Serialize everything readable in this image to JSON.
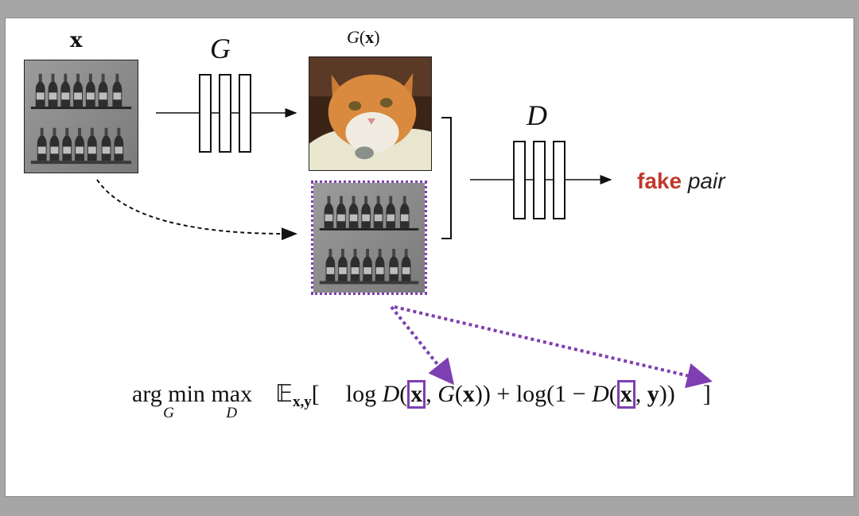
{
  "labels": {
    "input": "x",
    "generator": "G",
    "generated_fn": "G",
    "generated_arg": "x",
    "discriminator": "D"
  },
  "verdict": {
    "fake": "fake",
    "pair": "pair"
  },
  "formula": {
    "argmin": "arg min",
    "min_sub": "G",
    "max": "max",
    "max_sub": "D",
    "expect": "𝔼",
    "expect_sub": "x,y",
    "open": "[",
    "log1": "log",
    "D1": "D",
    "x1": "x",
    "mid1": ", ",
    "G": "G",
    "x2": "x",
    "mid2": ")) + log(1 − ",
    "D2": "D",
    "x3": "x",
    "mid3": ", ",
    "y": "y",
    "end": "))",
    "close": "]"
  },
  "colors": {
    "accent_purple": "#7d3fb1",
    "fake_red": "#c0392b"
  }
}
